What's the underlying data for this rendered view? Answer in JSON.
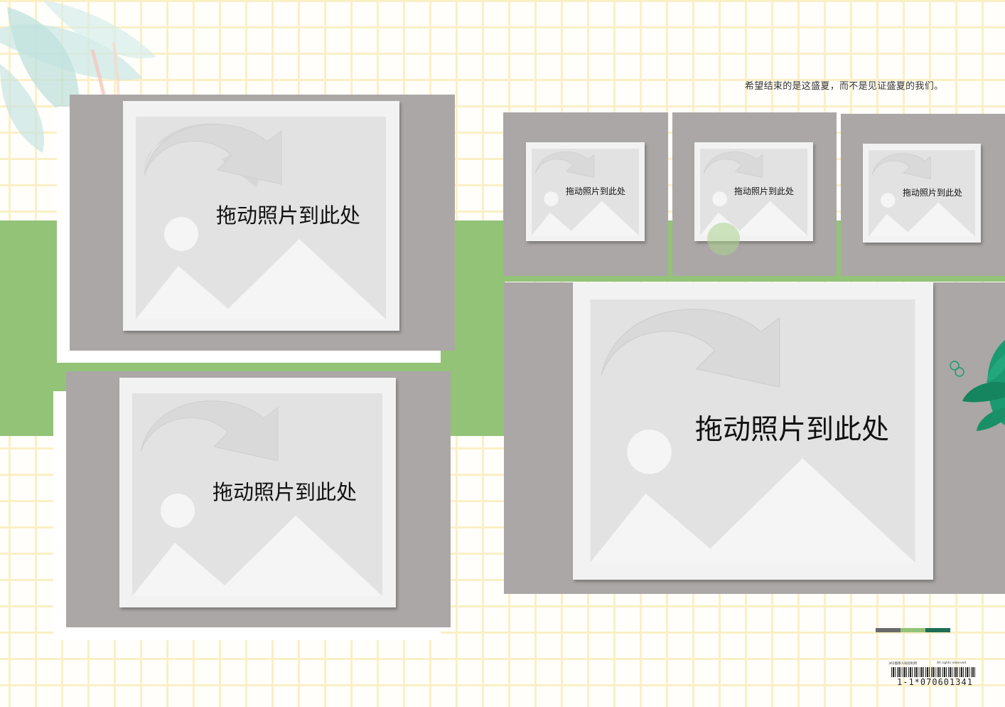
{
  "quote": "希望结束的是这盛夏，而不是见证盛夏的我们。",
  "photo_slots": [
    {
      "label": "拖动照片到此处",
      "icon": "image-placeholder-icon"
    },
    {
      "label": "拖动照片到此处",
      "icon": "image-placeholder-icon"
    },
    {
      "label": "拖动照片到此处",
      "icon": "image-placeholder-icon"
    },
    {
      "label": "拖动照片到此处",
      "icon": "image-placeholder-icon"
    },
    {
      "label": "拖动照片到此处",
      "icon": "image-placeholder-icon"
    },
    {
      "label": "拖动照片到此处",
      "icon": "image-placeholder-icon"
    }
  ],
  "footer": {
    "copyright_left": "365图库人有权利所",
    "copyright_right": "All rights reserved",
    "serial": "1-1*070601341"
  },
  "colors": {
    "grid": "#fbefc6",
    "band": "#93c377",
    "frame": "#aba7a6",
    "accent_dark_green": "#1b7a5a",
    "stripe_gray": "#6b6b6b",
    "stripe_light_green": "#93c377",
    "stripe_dark_green": "#1f6e55"
  }
}
